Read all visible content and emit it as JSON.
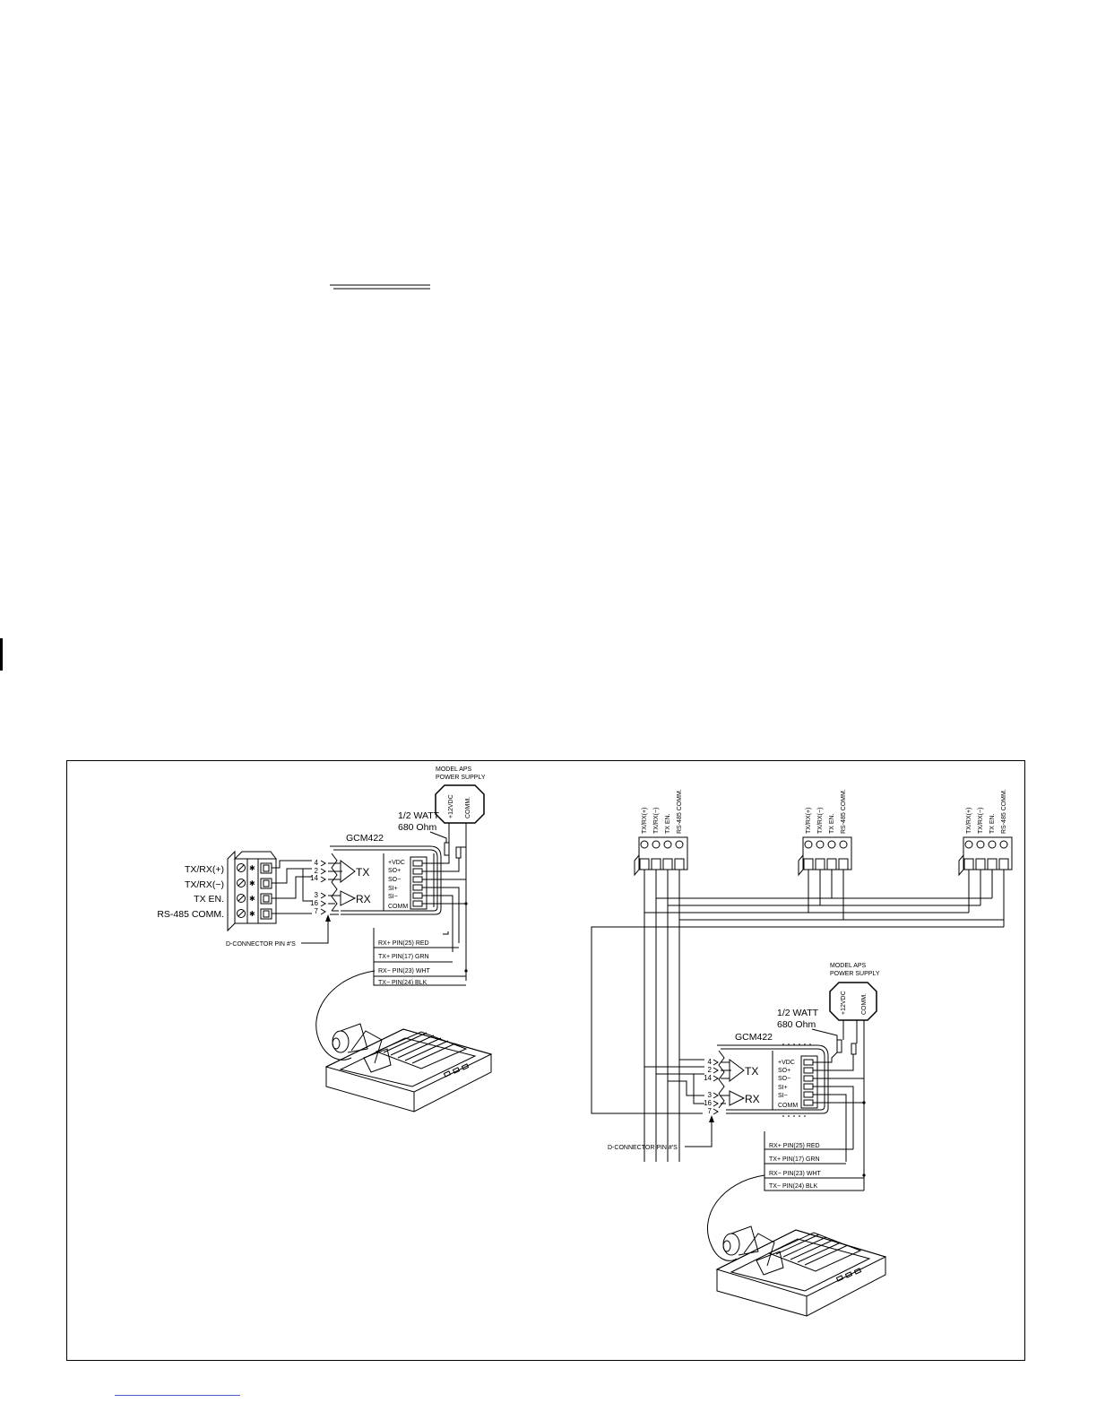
{
  "left_diagram": {
    "power_supply": {
      "title_line1": "MODEL APS",
      "title_line2": "POWER SUPPLY",
      "pin_plus": "+12VDC",
      "pin_comm": "COMM."
    },
    "resistor": {
      "line1": "1/2 WATT",
      "line2": "680 Ohm"
    },
    "module_label": "GCM422",
    "terminal_labels": [
      "TX/RX(+)",
      "TX/RX(−)",
      "TX EN.",
      "RS-485 COMM."
    ],
    "pin_numbers": [
      "4",
      "2",
      "14",
      "3",
      "16",
      "7"
    ],
    "tx_label": "TX",
    "rx_label": "RX",
    "module_pins": [
      "+VDC",
      "SO+",
      "SO−",
      "SI+",
      "SI−",
      "COMM"
    ],
    "dconnector_label": "D-CONNECTOR PIN #'S",
    "cable_rows": [
      "RX+ PIN(25) RED",
      "TX+ PIN(17) GRN",
      "RX− PIN(23) WHT",
      "TX− PIN(24) BLK"
    ]
  },
  "right_diagram": {
    "bus_connector_labels": [
      "TX/RX(+)",
      "TX/RX(−)",
      "TX EN.",
      "RS-485 COMM."
    ],
    "power_supply": {
      "title_line1": "MODEL APS",
      "title_line2": "POWER SUPPLY",
      "pin_plus": "+12VDC",
      "pin_comm": "COMM."
    },
    "resistor": {
      "line1": "1/2 WATT",
      "line2": "680 Ohm"
    },
    "module_label": "GCM422",
    "pin_numbers": [
      "4",
      "2",
      "14",
      "3",
      "16",
      "7"
    ],
    "tx_label": "TX",
    "rx_label": "RX",
    "module_pins": [
      "+VDC",
      "SO+",
      "SO−",
      "SI+",
      "SI−",
      "COMM"
    ],
    "dconnector_label": "D-CONNECTOR PIN #'S",
    "cable_rows": [
      "RX+ PIN(25) RED",
      "TX+ PIN(17) GRN",
      "RX− PIN(23) WHT",
      "TX− PIN(24) BLK"
    ]
  }
}
